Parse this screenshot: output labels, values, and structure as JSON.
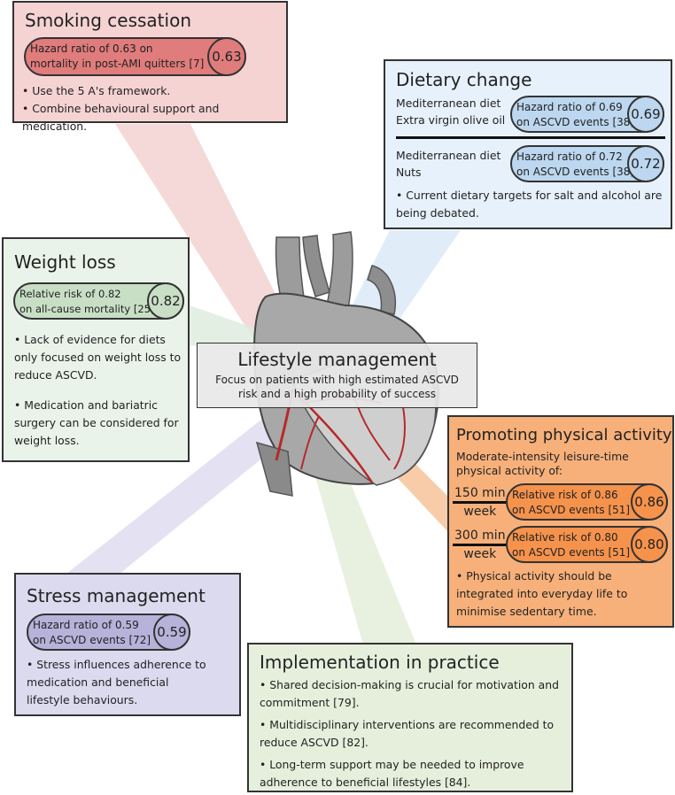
{
  "smoking": {
    "title": "Smoking cessation",
    "stat_line1": "Hazard ratio of 0.63 on",
    "stat_line2": "mortality in post-AMI quitters [7]",
    "stat_value": "0.63",
    "bullets": [
      "• Use the 5 A's framework.",
      "• Combine behavioural support and medication."
    ]
  },
  "diet": {
    "title": "Dietary change",
    "row1_label1": "Mediterranean diet",
    "row1_label2": "Extra virgin olive oil",
    "row1_stat_line1": "Hazard ratio of 0.69",
    "row1_stat_line2": "on ASCVD events [38]",
    "row1_value": "0.69",
    "row2_label1": "Mediterranean diet",
    "row2_label2": "Nuts",
    "row2_stat_line1": "Hazard ratio of 0.72",
    "row2_stat_line2": "on ASCVD events [38]",
    "row2_value": "0.72",
    "bullet_line1": "• Current dietary targets for salt and alcohol are",
    "bullet_line2": "being debated."
  },
  "weight": {
    "title": "Weight loss",
    "stat_line1": "Relative risk of 0.82",
    "stat_line2": "on all-cause mortality [25]",
    "stat_value": "0.82",
    "b1_line1": "• Lack of evidence for diets",
    "b1_line2": "only focused on weight loss to",
    "b1_line3": "reduce ASCVD.",
    "b2_line1": "• Medication and bariatric",
    "b2_line2": "surgery can be considered for",
    "b2_line3": "weight loss."
  },
  "center": {
    "title": "Lifestyle management",
    "line1": "Focus on patients with high estimated ASCVD",
    "line2": "risk and a high probability of success"
  },
  "activity": {
    "title": "Promoting physical activity",
    "intro_line1": "Moderate-intensity leisure-time",
    "intro_line2": "physical activity of:",
    "row1_num": "150 min",
    "row1_den": "week",
    "row1_stat_line1": "Relative risk of 0.86",
    "row1_stat_line2": "on ASCVD events [51]",
    "row1_value": "0.86",
    "row2_num": "300 min",
    "row2_den": "week",
    "row2_stat_line1": "Relative risk of 0.80",
    "row2_stat_line2": "on ASCVD events [51]",
    "row2_value": "0.80",
    "bullet_line1": "• Physical activity should be",
    "bullet_line2": "integrated into everyday life to",
    "bullet_line3": "minimise sedentary time."
  },
  "stress": {
    "title": "Stress management",
    "stat_line1": "Hazard ratio of 0.59",
    "stat_line2": "on ASCVD events [72]",
    "stat_value": "0.59",
    "bullet_line1": "• Stress influences adherence to",
    "bullet_line2": "medication and beneficial",
    "bullet_line3": "lifestyle behaviours."
  },
  "implementation": {
    "title": "Implementation in practice",
    "b1_line1": "• Shared decision-making is crucial for motivation and",
    "b1_line2": "commitment [79].",
    "b2_line1": "• Multidisciplinary interventions are recommended to",
    "b2_line2": "reduce ASCVD [82].",
    "b3_line1": "• Long-term support may be needed to improve",
    "b3_line2": "adherence to beneficial lifestyles [84]."
  },
  "colors": {
    "smoking_bg": "#f6d3d3",
    "smoking_pill": "#e07c7c",
    "diet_bg": "#e6f1fb",
    "diet_pill": "#bcd7ef",
    "weight_bg": "#e9f3ea",
    "weight_pill": "#c8dfc6",
    "activity_bg": "#f7b07a",
    "activity_pill": "#f5924c",
    "stress_bg": "#dcdaef",
    "stress_pill": "#b7b2da",
    "impl_bg": "#e6efdc",
    "center_bg": "#e8e8e8"
  }
}
